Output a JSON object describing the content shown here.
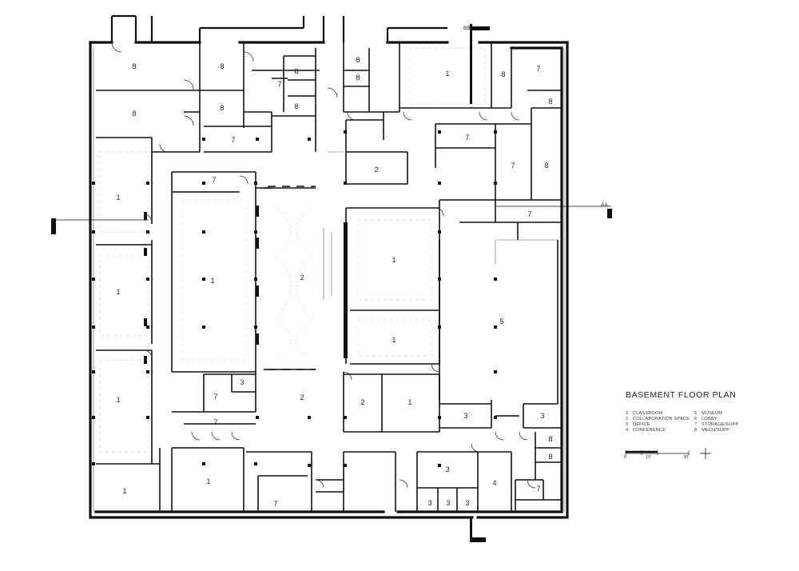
{
  "title": "BASEMENT FLOOR PLAN",
  "legend": [
    {
      "num": "1",
      "text": "CLASSROOM"
    },
    {
      "num": "2",
      "text": "COLLABORATION SPACE"
    },
    {
      "num": "3",
      "text": "OFFICE"
    },
    {
      "num": "4",
      "text": "CONFERENCE"
    },
    {
      "num": "5",
      "text": "MUSEUM"
    },
    {
      "num": "6",
      "text": "LOBBY"
    },
    {
      "num": "7",
      "text": "STORAGE/SUPP"
    },
    {
      "num": "8",
      "text": "MECH/SUPP"
    }
  ],
  "scale": [
    "0'",
    "10'",
    "30'"
  ],
  "section_markers": [
    "AA",
    "BB"
  ],
  "room_labels": [
    "8",
    "8",
    "8",
    "8",
    "7",
    "8",
    "8",
    "8",
    "1",
    "8",
    "7",
    "8",
    "8",
    "7",
    "7",
    "2",
    "7",
    "7",
    "8",
    "7",
    "1",
    "1",
    "2",
    "1",
    "1",
    "5",
    "1",
    "1",
    "3",
    "7",
    "2",
    "2",
    "1",
    "3",
    "3",
    "7",
    "8",
    "1",
    "1",
    "3",
    "8",
    "7",
    "4",
    "7",
    "3",
    "3",
    "3"
  ]
}
